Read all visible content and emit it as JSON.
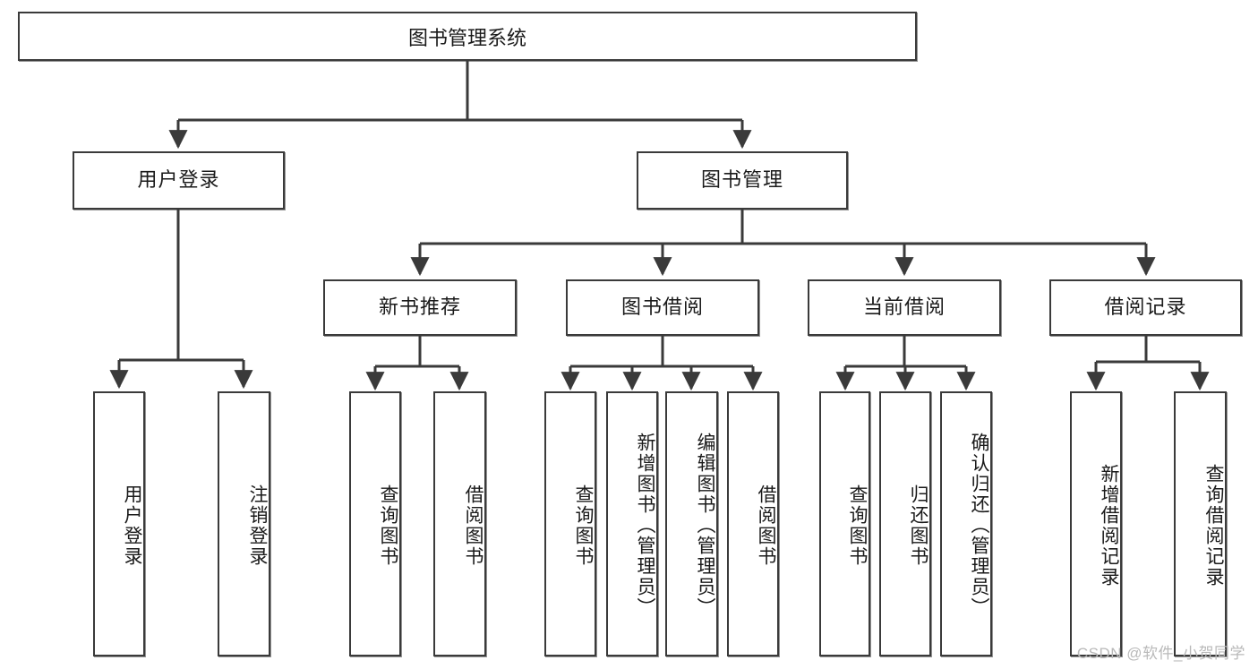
{
  "diagram": {
    "type": "tree-hierarchy",
    "title": "图书管理系统",
    "root": {
      "label": "图书管理系统"
    },
    "level2": [
      {
        "id": "user-login",
        "label": "用户登录"
      },
      {
        "id": "book-manage",
        "label": "图书管理"
      }
    ],
    "level3": [
      {
        "id": "new-book-recommend",
        "label": "新书推荐",
        "parent": "book-manage"
      },
      {
        "id": "book-borrow",
        "label": "图书借阅",
        "parent": "book-manage"
      },
      {
        "id": "current-borrow",
        "label": "当前借阅",
        "parent": "book-manage"
      },
      {
        "id": "borrow-record",
        "label": "借阅记录",
        "parent": "book-manage"
      }
    ],
    "leaves": {
      "user_login": [
        {
          "id": "leaf-user-login",
          "label": "用户登录"
        },
        {
          "id": "leaf-logout-login",
          "label": "注销登录"
        }
      ],
      "new_book_recommend": [
        {
          "id": "leaf-query-book-1",
          "label": "查询图书"
        },
        {
          "id": "leaf-borrow-book-1",
          "label": "借阅图书"
        }
      ],
      "book_borrow": [
        {
          "id": "leaf-query-book-2",
          "label": "查询图书"
        },
        {
          "id": "leaf-add-book",
          "label": "新增图书（管理员）"
        },
        {
          "id": "leaf-edit-book",
          "label": "编辑图书（管理员）"
        },
        {
          "id": "leaf-borrow-book-2",
          "label": "借阅图书"
        }
      ],
      "current_borrow": [
        {
          "id": "leaf-query-book-3",
          "label": "查询图书"
        },
        {
          "id": "leaf-return-book",
          "label": "归还图书"
        },
        {
          "id": "leaf-confirm-return",
          "label": "确认归还（管理员）"
        }
      ],
      "borrow_record": [
        {
          "id": "leaf-add-record",
          "label": "新增借阅记录"
        },
        {
          "id": "leaf-query-record",
          "label": "查询借阅记录"
        }
      ]
    },
    "watermark": "CSDN @软件_小贺同学",
    "colors": {
      "stroke": "#3a3a3a",
      "fill": "#ffffff",
      "text": "#1a1a1a",
      "watermark": "#b9b9b9"
    }
  }
}
